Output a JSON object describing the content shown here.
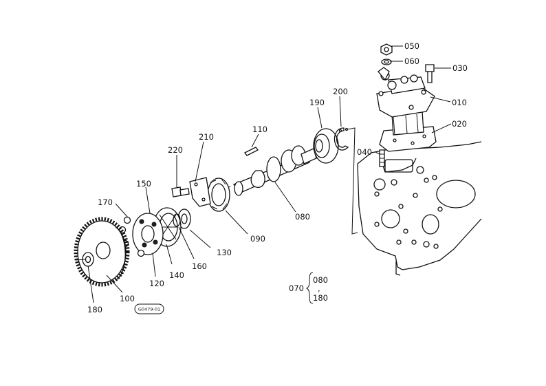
{
  "parts": {
    "p010": "010",
    "p020": "020",
    "p030": "030",
    "p040": "040",
    "p050": "050",
    "p060": "060",
    "p070": "070",
    "p080": "080",
    "p090": "090",
    "p100": "100",
    "p110": "110",
    "p120": "120",
    "p130": "130",
    "p140": "140",
    "p150": "150",
    "p160": "160",
    "p170": "170",
    "p180": "180",
    "p190": "190",
    "p200": "200",
    "p210": "210",
    "p220": "220"
  },
  "group_070": {
    "top": "080",
    "sep": ",",
    "bottom": "180"
  },
  "drawing_ref": "G0479-01"
}
